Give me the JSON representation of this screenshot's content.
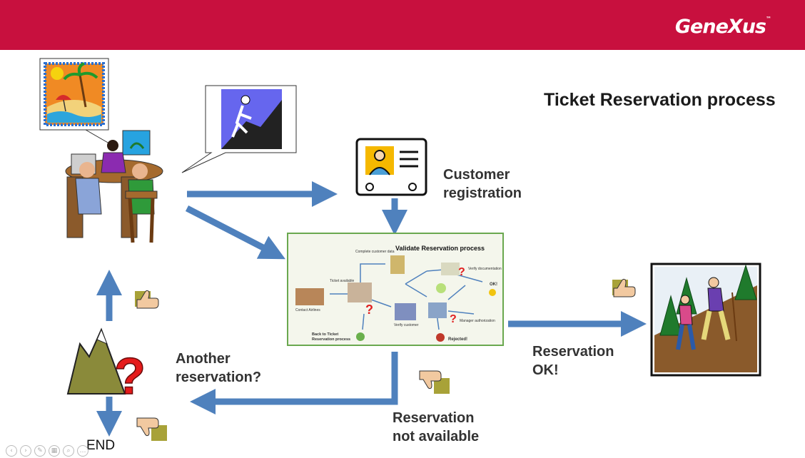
{
  "header": {
    "brand": "GeneXus"
  },
  "title": "Ticket Reservation process",
  "labels": {
    "customer_registration_1": "Customer",
    "customer_registration_2": "registration",
    "reservation_ok_1": "Reservation",
    "reservation_ok_2": "OK!",
    "another_reservation_1": "Another",
    "another_reservation_2": "reservation?",
    "not_available_1": "Reservation",
    "not_available_2": "not available",
    "end": "END"
  },
  "subprocess": {
    "title": "Validate Reservation process",
    "complete_customer_data": "Complete customer data",
    "ticket_available": "Ticket available",
    "verify_documentation": "Verify documentation",
    "ok": "OK!",
    "contact_airlines": "Contact Airlines",
    "verify_customer": "Verify customer",
    "manager_authorization": "Manager authorization",
    "back_to_ticket": "Back to Ticket",
    "reservation_process": "Reservation process",
    "rejected": "Rejected!"
  },
  "colors": {
    "header": "#c8103e",
    "arrow": "#4f81bd"
  }
}
